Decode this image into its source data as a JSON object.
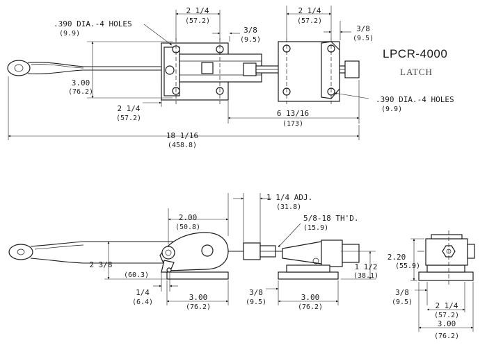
{
  "title": {
    "model": "LPCR-4000",
    "subtitle": "LATCH"
  },
  "top_view": {
    "holes_left": {
      "value": ".390 DIA.-4 HOLES",
      "metric": "(9.9)"
    },
    "holes_right": {
      "value": ".390 DIA.-4 HOLES",
      "metric": "(9.9)"
    },
    "spacing_left": {
      "value": "2 1/4",
      "metric": "(57.2)"
    },
    "spacing_right": {
      "value": "2 1/4",
      "metric": "(57.2)"
    },
    "offset_left": {
      "value": "3/8",
      "metric": "(9.5)"
    },
    "offset_right": {
      "value": "3/8",
      "metric": "(9.5)"
    },
    "height": {
      "value": "3.00",
      "metric": "(76.2)"
    },
    "base_width": {
      "value": "2 1/4",
      "metric": "(57.2)"
    },
    "latch_length": {
      "value": "6 13/16",
      "metric": "(173)"
    },
    "overall": {
      "value": "18 1/16",
      "metric": "(458.8)"
    }
  },
  "side_view": {
    "adjust": {
      "value": "1 1/4 ADJ.",
      "metric": "(31.8)"
    },
    "thread": {
      "value": "5/8-18 TH'D.",
      "metric": "(15.9)"
    },
    "pivot": {
      "value": "2.00",
      "metric": "(50.8)"
    },
    "handle_height": {
      "value": "2 3/8",
      "metric": "(60.3)"
    },
    "pin": {
      "value": "1/4",
      "metric": "(6.4)"
    },
    "base_left": {
      "value": "3.00",
      "metric": "(76.2)"
    },
    "offset": {
      "value": "3/8",
      "metric": "(9.5)"
    },
    "base_right": {
      "value": "3.00",
      "metric": "(76.2)"
    },
    "height": {
      "value": "1 1/2",
      "metric": "(38.1)"
    }
  },
  "end_view": {
    "height": {
      "value": "2.20",
      "metric": "(55.9)"
    },
    "offset": {
      "value": "3/8",
      "metric": "(9.5)"
    },
    "hole_spacing": {
      "value": "2 1/4",
      "metric": "(57.2)"
    },
    "width": {
      "value": "3.00",
      "metric": "(76.2)"
    }
  }
}
